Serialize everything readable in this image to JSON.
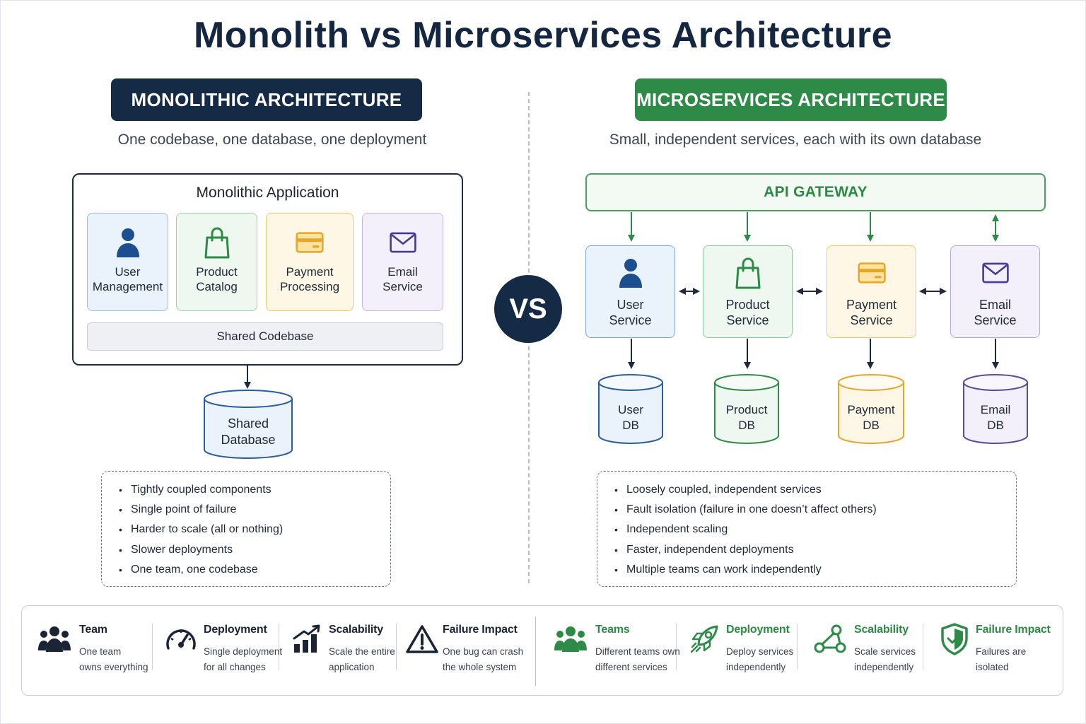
{
  "title": "Monolith vs Microservices Architecture",
  "vs_label": "VS",
  "monolith": {
    "banner": "MONOLITHIC ARCHITECTURE",
    "subtitle": "One codebase, one database, one deployment",
    "app_title": "Monolithic Application",
    "modules": [
      {
        "label_line1": "User",
        "label_line2": "Management",
        "icon": "user-icon",
        "color": "#2b5ea0",
        "bg": "#eaf2fc",
        "border": "#9cbde3"
      },
      {
        "label_line1": "Product",
        "label_line2": "Catalog",
        "icon": "shopping-bag-icon",
        "color": "#2e8b47",
        "bg": "#eef8f0",
        "border": "#9fd2ad"
      },
      {
        "label_line1": "Payment",
        "label_line2": "Processing",
        "icon": "credit-card-icon",
        "color": "#e5a62a",
        "bg": "#fff7e6",
        "border": "#f0c866"
      },
      {
        "label_line1": "Email",
        "label_line2": "Service",
        "icon": "envelope-icon",
        "color": "#5a4a9c",
        "bg": "#f3effb",
        "border": "#c3b6e3"
      }
    ],
    "shared_codebase": "Shared Codebase",
    "database": {
      "line1": "Shared",
      "line2": "Database",
      "color": "#2b5ea0",
      "bg": "#eaf2fc"
    },
    "notes": [
      "Tightly coupled components",
      "Single point of failure",
      "Harder to scale (all or nothing)",
      "Slower deployments",
      "One team, one codebase"
    ]
  },
  "microservices": {
    "banner": "MICROSERVICES ARCHITECTURE",
    "subtitle": "Small, independent services, each with its own database",
    "gateway": "API GATEWAY",
    "services": [
      {
        "label_line1": "User",
        "label_line2": "Service",
        "icon": "user-icon",
        "color": "#2b5ea0",
        "bg": "#eaf2fc",
        "border": "#7ea8da",
        "db_line1": "User",
        "db_line2": "DB"
      },
      {
        "label_line1": "Product",
        "label_line2": "Service",
        "icon": "shopping-bag-icon",
        "color": "#2e8b47",
        "bg": "#eef8f0",
        "border": "#8fca9e",
        "db_line1": "Product",
        "db_line2": "DB"
      },
      {
        "label_line1": "Payment",
        "label_line2": "Service",
        "icon": "credit-card-icon",
        "color": "#e5a62a",
        "bg": "#fff7e6",
        "border": "#f0c866",
        "db_line1": "Payment",
        "db_line2": "DB"
      },
      {
        "label_line1": "Email",
        "label_line2": "Service",
        "icon": "envelope-icon",
        "color": "#5a4a9c",
        "bg": "#f3effb",
        "border": "#b6a9dd",
        "db_line1": "Email",
        "db_line2": "DB"
      }
    ],
    "notes": [
      "Loosely coupled, independent services",
      "Fault isolation (failure in one doesn’t affect others)",
      "Independent scaling",
      "Faster, independent deployments",
      "Multiple teams can work independently"
    ]
  },
  "summary": {
    "monolith": [
      {
        "heading": "Team",
        "line1": "One team",
        "line2": "owns everything",
        "icon": "team-icon"
      },
      {
        "heading": "Deployment",
        "line1": "Single deployment",
        "line2": "for all changes",
        "icon": "speedometer-icon"
      },
      {
        "heading": "Scalability",
        "line1": "Scale the entire",
        "line2": "application",
        "icon": "bar-chart-icon"
      },
      {
        "heading": "Failure Impact",
        "line1": "One bug can crash",
        "line2": "the whole system",
        "icon": "warning-icon"
      }
    ],
    "microservices": [
      {
        "heading": "Teams",
        "line1": "Different teams own",
        "line2": "different services",
        "icon": "team-icon"
      },
      {
        "heading": "Deployment",
        "line1": "Deploy services",
        "line2": "independently",
        "icon": "rocket-icon"
      },
      {
        "heading": "Scalability",
        "line1": "Scale services",
        "line2": "independently",
        "icon": "network-icon"
      },
      {
        "heading": "Failure Impact",
        "line1": "Failures are",
        "line2": "isolated",
        "icon": "shield-icon"
      }
    ]
  },
  "colors": {
    "navy": "#152a45",
    "green": "#2e8b47",
    "blue": "#2b5ea0",
    "amber": "#e5a62a",
    "purple": "#5a4a9c"
  }
}
